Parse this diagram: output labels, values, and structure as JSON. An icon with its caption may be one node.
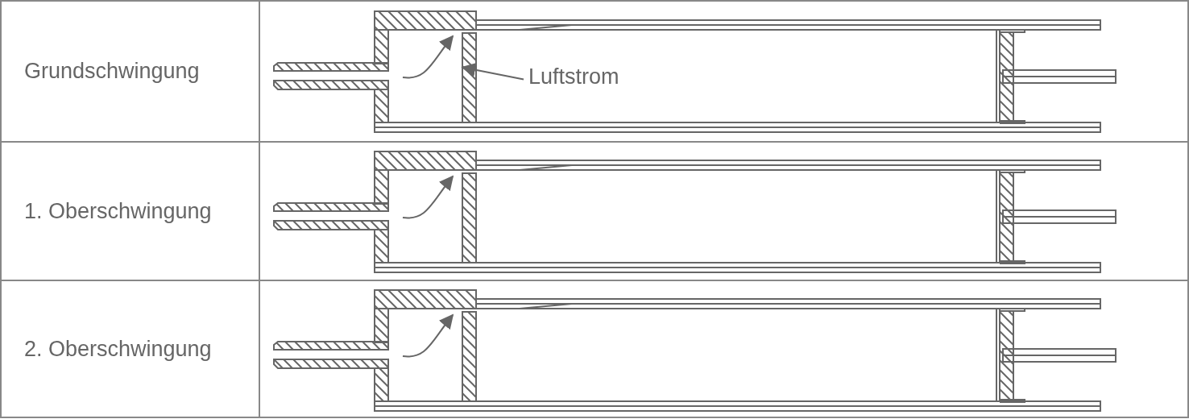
{
  "diagram": {
    "nodes": [
      {
        "text": [
          "Luftstrom"
        ]
      },
      {
        "text": [],
        "shape": "arrow"
      }
    ],
    "edges": [
      {
        "from": 0,
        "to": 1,
        "arrow": "to"
      }
    ],
    "labels": [
      "Grundschwingung",
      "1. Oberschwingung",
      "2. Oberschwingung"
    ]
  }
}
